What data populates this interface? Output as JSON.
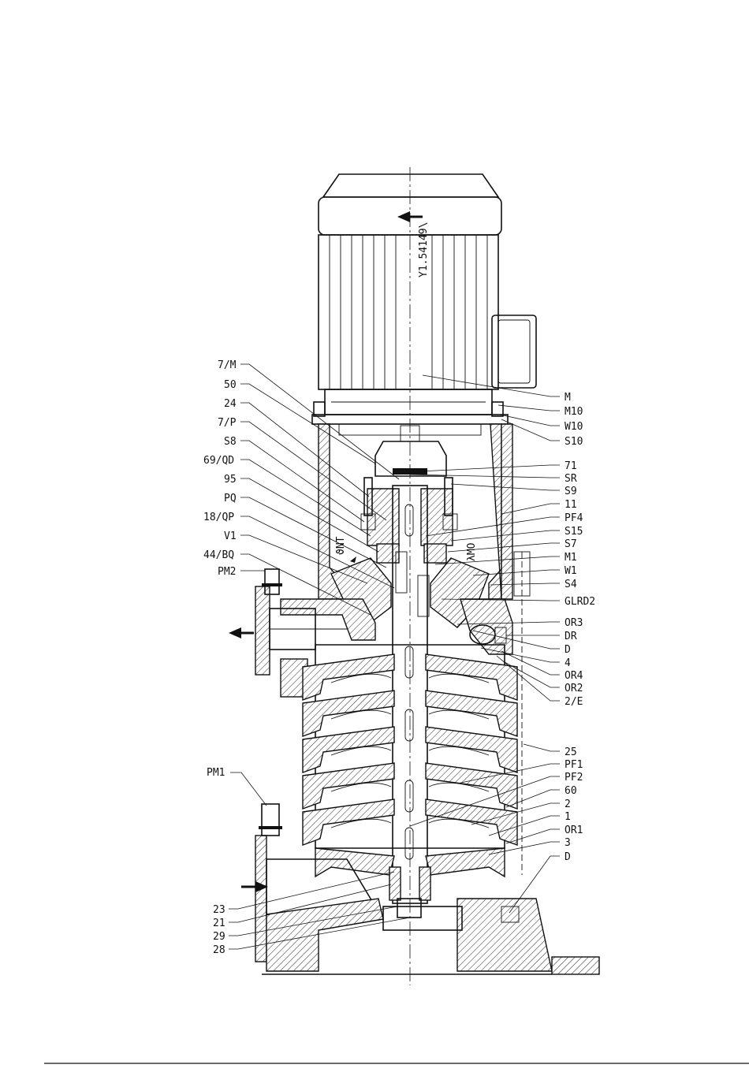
{
  "drawing": {
    "code": "Y1.54149\\",
    "callouts_left": [
      {
        "id": "7m",
        "text": "7/M"
      },
      {
        "id": "50",
        "text": "50"
      },
      {
        "id": "24",
        "text": "24"
      },
      {
        "id": "7p",
        "text": "7/P"
      },
      {
        "id": "s8",
        "text": "S8"
      },
      {
        "id": "69qd",
        "text": "69/QD"
      },
      {
        "id": "95",
        "text": "95"
      },
      {
        "id": "pq",
        "text": "PQ"
      },
      {
        "id": "18qp",
        "text": "18/QP"
      },
      {
        "id": "v1",
        "text": "V1"
      },
      {
        "id": "44bq",
        "text": "44/BQ"
      },
      {
        "id": "pm2",
        "text": "PM2"
      },
      {
        "id": "pm1",
        "text": "PM1"
      },
      {
        "id": "23",
        "text": "23"
      },
      {
        "id": "21",
        "text": "21"
      },
      {
        "id": "29",
        "text": "29"
      },
      {
        "id": "28",
        "text": "28"
      }
    ],
    "callouts_right": [
      {
        "id": "m",
        "text": "M"
      },
      {
        "id": "m10",
        "text": "M10"
      },
      {
        "id": "w10",
        "text": "W10"
      },
      {
        "id": "s10",
        "text": "S10"
      },
      {
        "id": "71",
        "text": "71"
      },
      {
        "id": "sr",
        "text": "SR"
      },
      {
        "id": "s9",
        "text": "S9"
      },
      {
        "id": "11",
        "text": "11"
      },
      {
        "id": "pf4",
        "text": "PF4"
      },
      {
        "id": "s15",
        "text": "S15"
      },
      {
        "id": "s7",
        "text": "S7"
      },
      {
        "id": "m1",
        "text": "M1"
      },
      {
        "id": "w1",
        "text": "W1"
      },
      {
        "id": "s4",
        "text": "S4"
      },
      {
        "id": "glrd2",
        "text": "GLRD2"
      },
      {
        "id": "or3",
        "text": "OR3"
      },
      {
        "id": "dr",
        "text": "DR"
      },
      {
        "id": "d1",
        "text": "D"
      },
      {
        "id": "4",
        "text": "4"
      },
      {
        "id": "or4",
        "text": "OR4"
      },
      {
        "id": "or2",
        "text": "OR2"
      },
      {
        "id": "2e",
        "text": "2/E"
      },
      {
        "id": "25",
        "text": "25"
      },
      {
        "id": "pf1",
        "text": "PF1"
      },
      {
        "id": "pf2",
        "text": "PF2"
      },
      {
        "id": "60",
        "text": "60"
      },
      {
        "id": "2",
        "text": "2"
      },
      {
        "id": "1",
        "text": "1"
      },
      {
        "id": "or1",
        "text": "OR1"
      },
      {
        "id": "3",
        "text": "3"
      },
      {
        "id": "d2",
        "text": "D"
      }
    ],
    "inline_marks": [
      {
        "id": "nt",
        "text": "ϑNT"
      },
      {
        "id": "fmo",
        "text": "λMO"
      }
    ]
  }
}
